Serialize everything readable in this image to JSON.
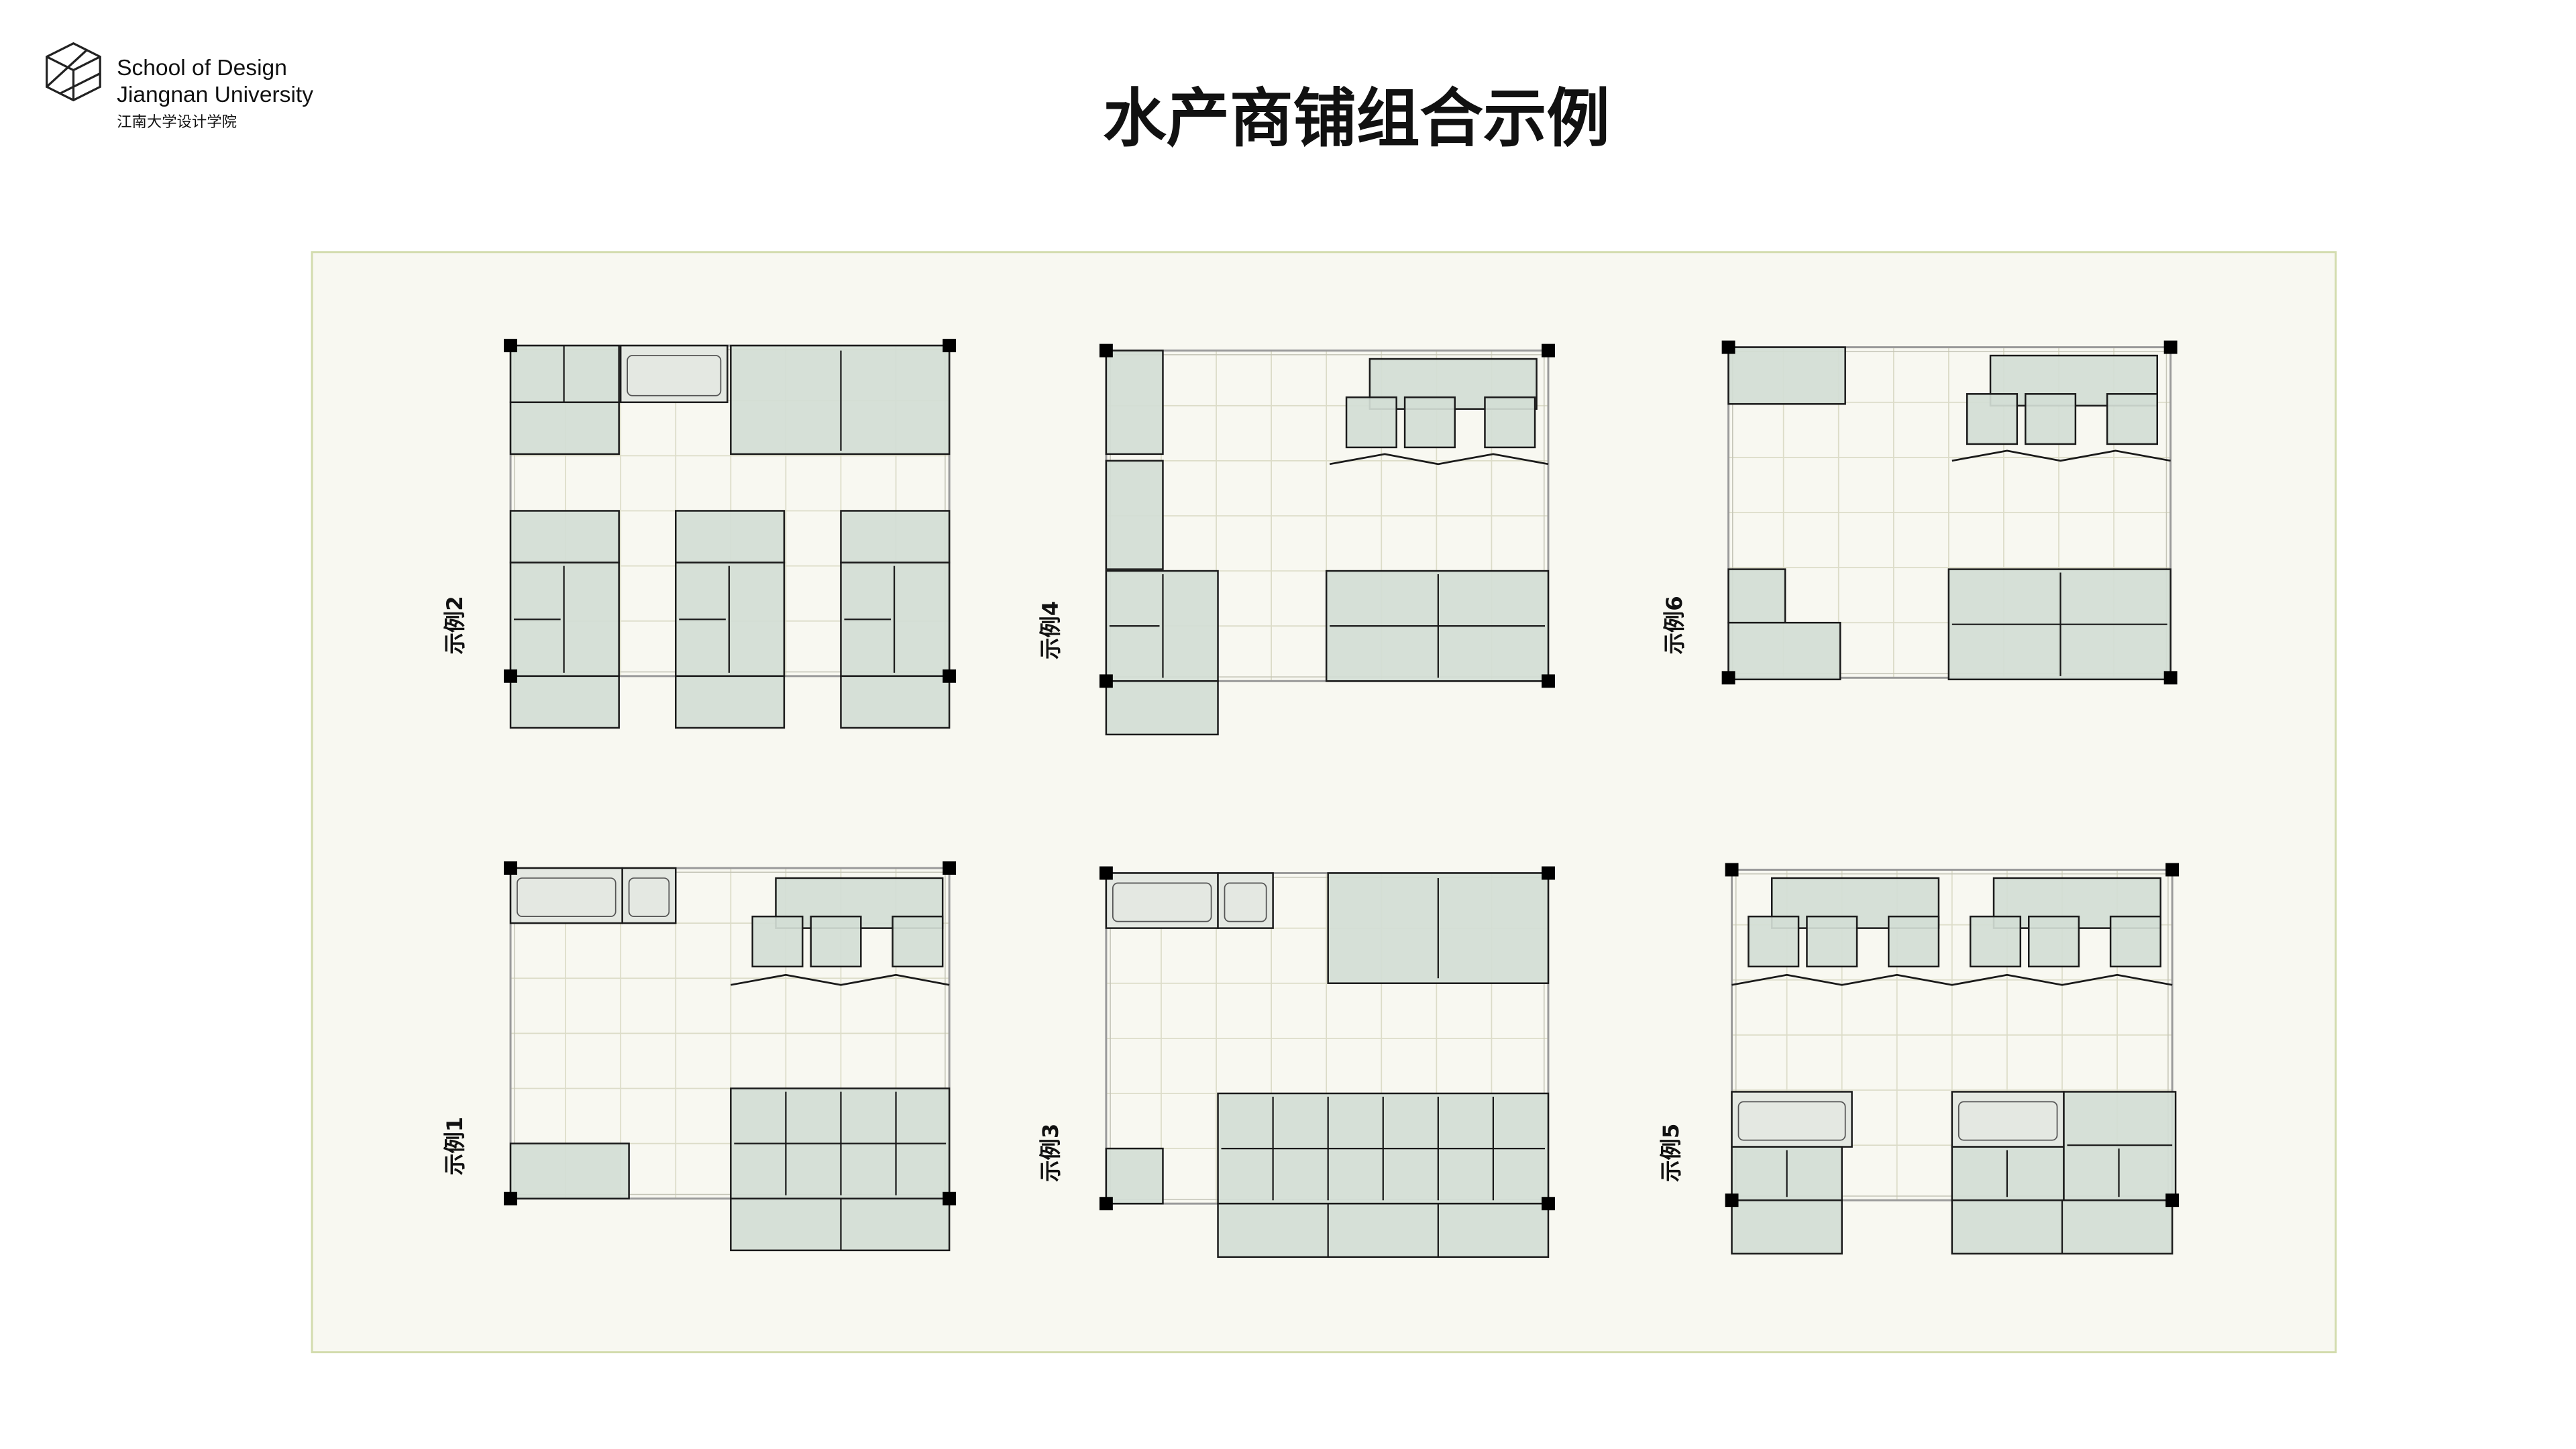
{
  "header": {
    "logo": {
      "line1": "School of Design",
      "line2": "Jiangnan University",
      "line3": "江南大学设计学院"
    },
    "title": "水产商铺组合示例"
  },
  "examples": [
    {
      "label": "示例2"
    },
    {
      "label": "示例4"
    },
    {
      "label": "示例6"
    },
    {
      "label": "示例1"
    },
    {
      "label": "示例3"
    },
    {
      "label": "示例5"
    }
  ],
  "colors": {
    "panel_bg": "#f8f8f1",
    "panel_border": "#d3dcae",
    "module_fill": "#d3ddd5",
    "floor_line": "#dcdcc8",
    "wall": "#9a9a9a",
    "ink": "#1a1a1a"
  }
}
